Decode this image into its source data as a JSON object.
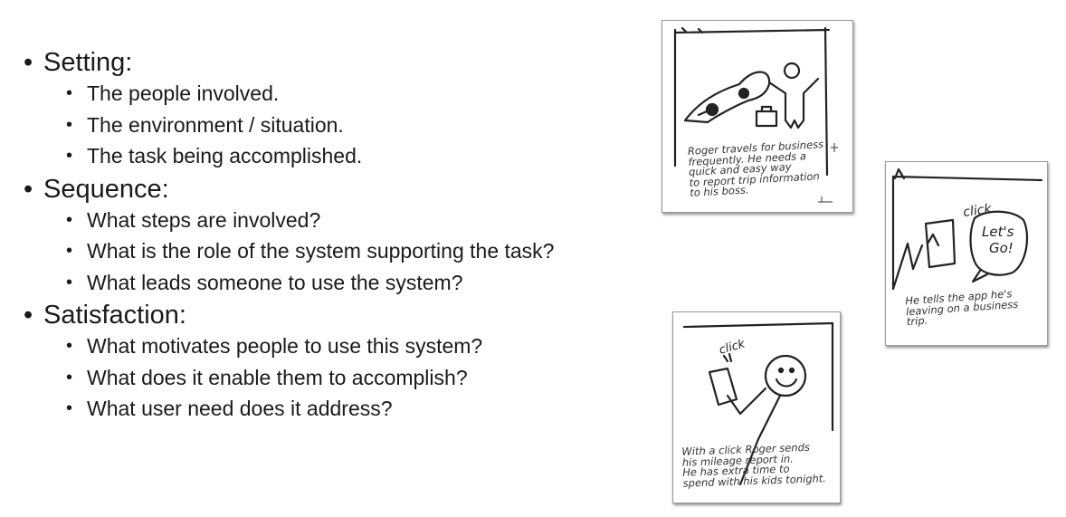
{
  "outline": [
    {
      "heading": "Setting:",
      "items": [
        "The people involved.",
        "The environment / situation.",
        "The task being accomplished."
      ]
    },
    {
      "heading": "Sequence:",
      "items": [
        "What steps are involved?",
        "What is the role of the system supporting the task?",
        "What leads someone to use the system?"
      ]
    },
    {
      "heading": "Satisfaction:",
      "items": [
        "What motivates people to use this system?",
        "What does it enable them to accomplish?",
        "What user need does it address?"
      ]
    }
  ],
  "storyboard": {
    "panel1": {
      "caption_lines": [
        "Roger travels for business",
        "frequently. He needs a",
        "quick and easy way",
        "to report trip information",
        "to his boss."
      ]
    },
    "panel2": {
      "click_text": "click",
      "speech_line1": "Let's",
      "speech_line2": "Go!",
      "caption_lines": [
        "He tells the app he's",
        "leaving on a business",
        "trip."
      ]
    },
    "panel3": {
      "click_text": "click",
      "caption_lines": [
        "With a click Roger sends",
        "his mileage report in.",
        "He has extra time to",
        "spend with his kids tonight."
      ]
    }
  }
}
